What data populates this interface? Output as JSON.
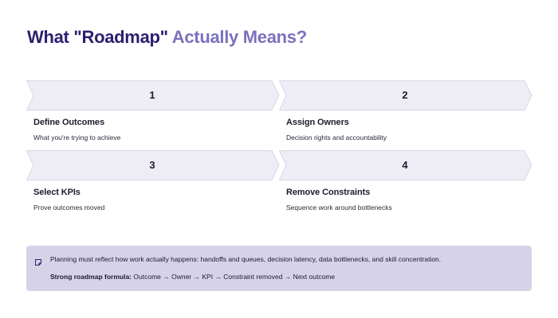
{
  "title": {
    "part1": "What \"Roadmap\"",
    "part2": "Actually Means?"
  },
  "colors": {
    "title_dark": "#2b2070",
    "title_accent": "#7b72bd",
    "chevron_fill": "#eeedf5",
    "chevron_stroke": "#d9d7e6",
    "note_bg": "#d6d3e8"
  },
  "steps": [
    {
      "number": "1",
      "heading": "Define Outcomes",
      "description": "What you're trying to achieve"
    },
    {
      "number": "2",
      "heading": "Assign Owners",
      "description": "Decision rights and accountability"
    },
    {
      "number": "3",
      "heading": "Select KPIs",
      "description": "Prove outcomes moved"
    },
    {
      "number": "4",
      "heading": "Remove Constraints",
      "description": "Sequence work around bottlenecks"
    }
  ],
  "note": {
    "icon": "note-icon",
    "text": "Planning must reflect how work actually happens: handoffs and queues, decision latency, data bottlenecks, and skill concentration.",
    "formula_label": "Strong roadmap formula:",
    "formula": "Outcome → Owner → KPI → Constraint removed → Next outcome"
  }
}
